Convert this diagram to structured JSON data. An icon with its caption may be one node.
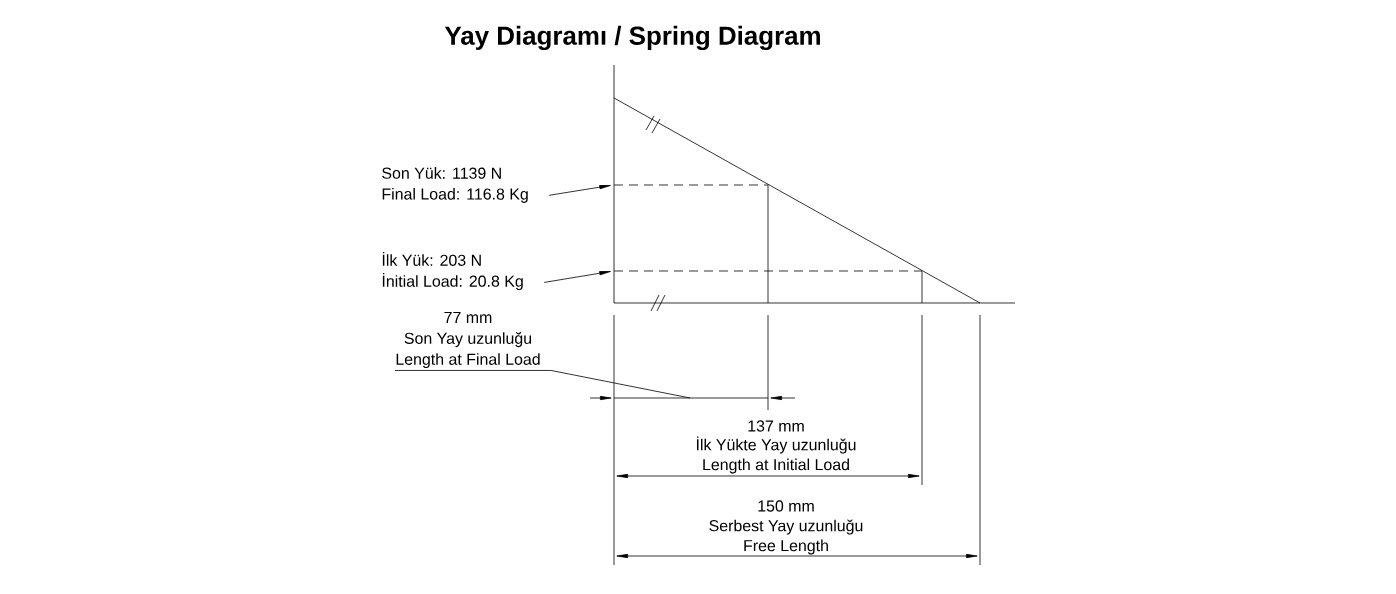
{
  "diagram": {
    "title": "Yay Diagramı / Spring Diagram",
    "nodes": [
      {
        "text": [
          "Son Yük:   1139 N",
          "Final Load: 116.8 Kg"
        ]
      },
      {
        "text": [
          "İlk Yük:       203 N",
          "İnitial Load: 20.8 Kg"
        ]
      },
      {
        "text": [
          "77 mm",
          "Son Yay uzunluğu",
          "Length at Final Load"
        ]
      },
      {
        "text": [],
        "shape": "line"
      }
    ],
    "edges": [
      {
        "from": 0,
        "to": 3,
        "arrow": "to"
      },
      {
        "from": 1,
        "to": 3,
        "arrow": "to"
      },
      {
        "from": 2,
        "to": null,
        "arrow": "none"
      }
    ],
    "labels": [
      "137 mm",
      "İlk Yükte Yay uzunluğu",
      "Length at Initial Load",
      "150 mm",
      "Serbest Yay uzunluğu",
      "Free Length"
    ]
  }
}
